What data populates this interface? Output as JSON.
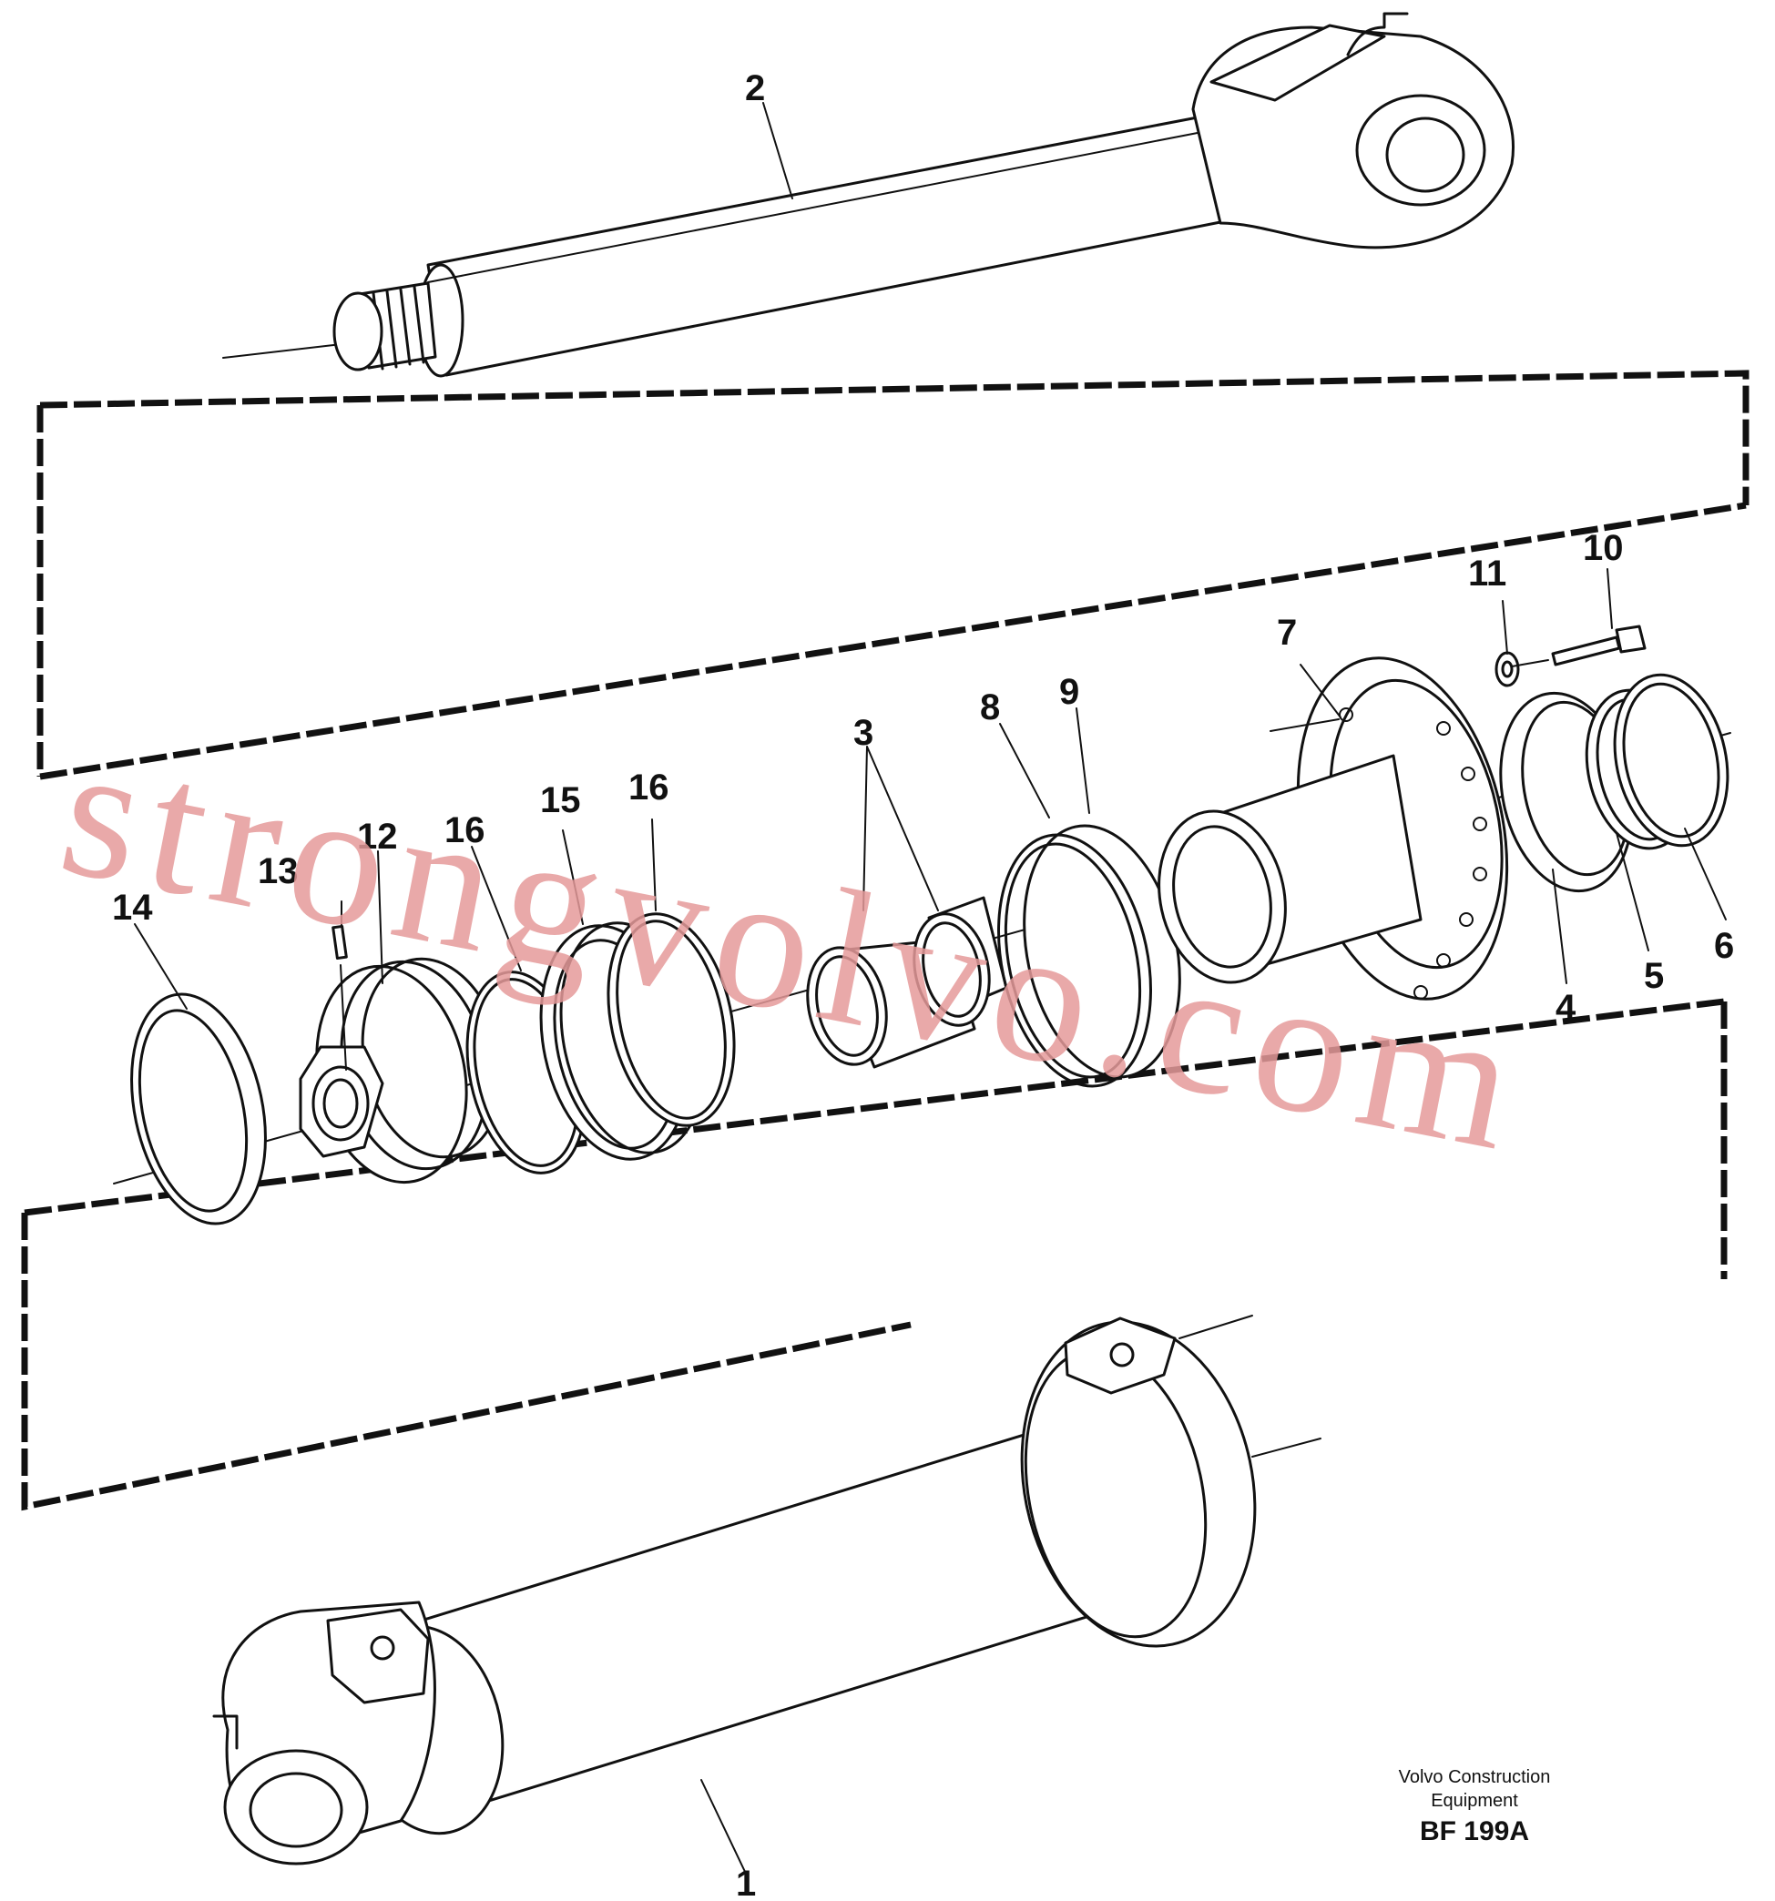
{
  "diagram": {
    "parts": [
      {
        "number": "1"
      },
      {
        "number": "2"
      },
      {
        "number": "3"
      },
      {
        "number": "4"
      },
      {
        "number": "5"
      },
      {
        "number": "6"
      },
      {
        "number": "7"
      },
      {
        "number": "8"
      },
      {
        "number": "9"
      },
      {
        "number": "10"
      },
      {
        "number": "11"
      },
      {
        "number": "12"
      },
      {
        "number": "13"
      },
      {
        "number": "14"
      },
      {
        "number": "15"
      },
      {
        "number": "16a",
        "label": "16"
      },
      {
        "number": "16b",
        "label": "16"
      }
    ]
  },
  "caption": {
    "company_line1": "Volvo Construction",
    "company_line2": "Equipment",
    "code": "BF 199A"
  },
  "watermark": {
    "text": "strongvolvo.com",
    "color": "#e59a9a"
  }
}
